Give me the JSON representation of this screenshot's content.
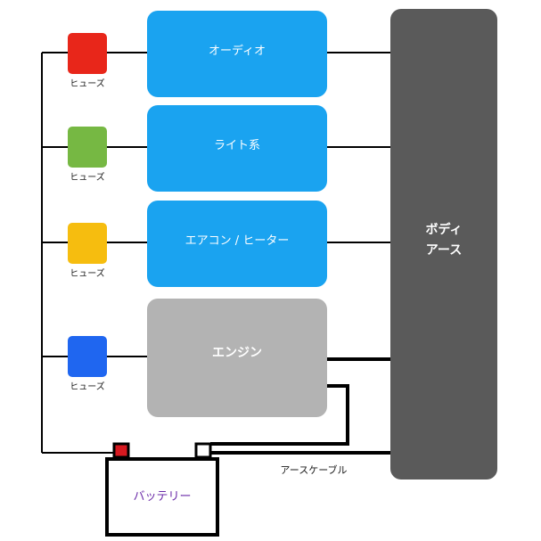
{
  "diagram": {
    "fuses": [
      {
        "label": "ヒューズ",
        "color": "#e8261a"
      },
      {
        "label": "ヒューズ",
        "color": "#76b843"
      },
      {
        "label": "ヒューズ",
        "color": "#f6bd0f"
      },
      {
        "label": "ヒューズ",
        "color": "#1f66f0"
      }
    ],
    "loads": [
      {
        "label": "オーディオ",
        "color": "#1aa3f0"
      },
      {
        "label": "ライト系",
        "color": "#1aa3f0"
      },
      {
        "label": "エアコン / ヒーター",
        "color": "#1aa3f0"
      },
      {
        "label": "エンジン",
        "color": "#b3b3b3"
      }
    ],
    "body_ground": {
      "line1": "ボディ",
      "line2": "アース",
      "color": "#5a5a5a"
    },
    "battery": {
      "label": "バッテリー",
      "plus_color": "#d71920"
    },
    "earth_cable_label": "アースケーブル"
  }
}
